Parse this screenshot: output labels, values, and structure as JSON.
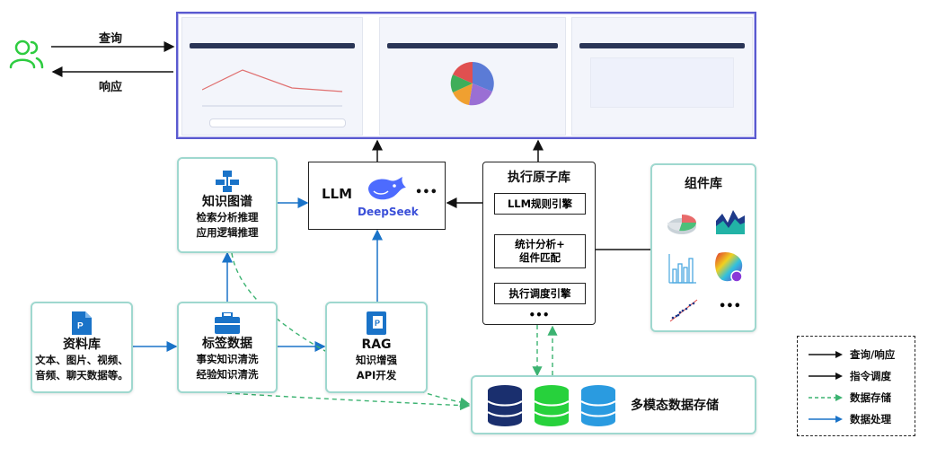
{
  "user": {
    "query_label": "查询",
    "response_label": "响应"
  },
  "llm": {
    "title": "LLM",
    "brand": "DeepSeek",
    "more": "•••"
  },
  "atoms": {
    "title": "执行原子库",
    "rule_engine": "LLM规则引擎",
    "stat_line1": "统计分析+",
    "stat_line2": "组件匹配",
    "sched_engine": "执行调度引擎",
    "more": "•••"
  },
  "components": {
    "title": "组件库",
    "more": "•••"
  },
  "kg": {
    "title": "知识图谱",
    "line1": "检索分析推理",
    "line2": "应用逻辑推理"
  },
  "source": {
    "title": "资料库",
    "line1": "文本、图片、视频、",
    "line2": "音频、聊天数据等。"
  },
  "tag": {
    "title": "标签数据",
    "line1": "事实知识清洗",
    "line2": "经验知识清洗"
  },
  "rag": {
    "title": "RAG",
    "line1": "知识增强",
    "line2": "API开发"
  },
  "storage": {
    "title": "多模态数据存储"
  },
  "legend": {
    "items": [
      "查询/响应",
      "指令调度",
      "数据存储",
      "数据处理"
    ]
  },
  "colors": {
    "accent_blue": "#1a73c8",
    "green": "#2ecc40",
    "dashed_green": "#3cb371",
    "frame_purple": "#6a6ad8",
    "teal_border": "#9fd8cf"
  }
}
